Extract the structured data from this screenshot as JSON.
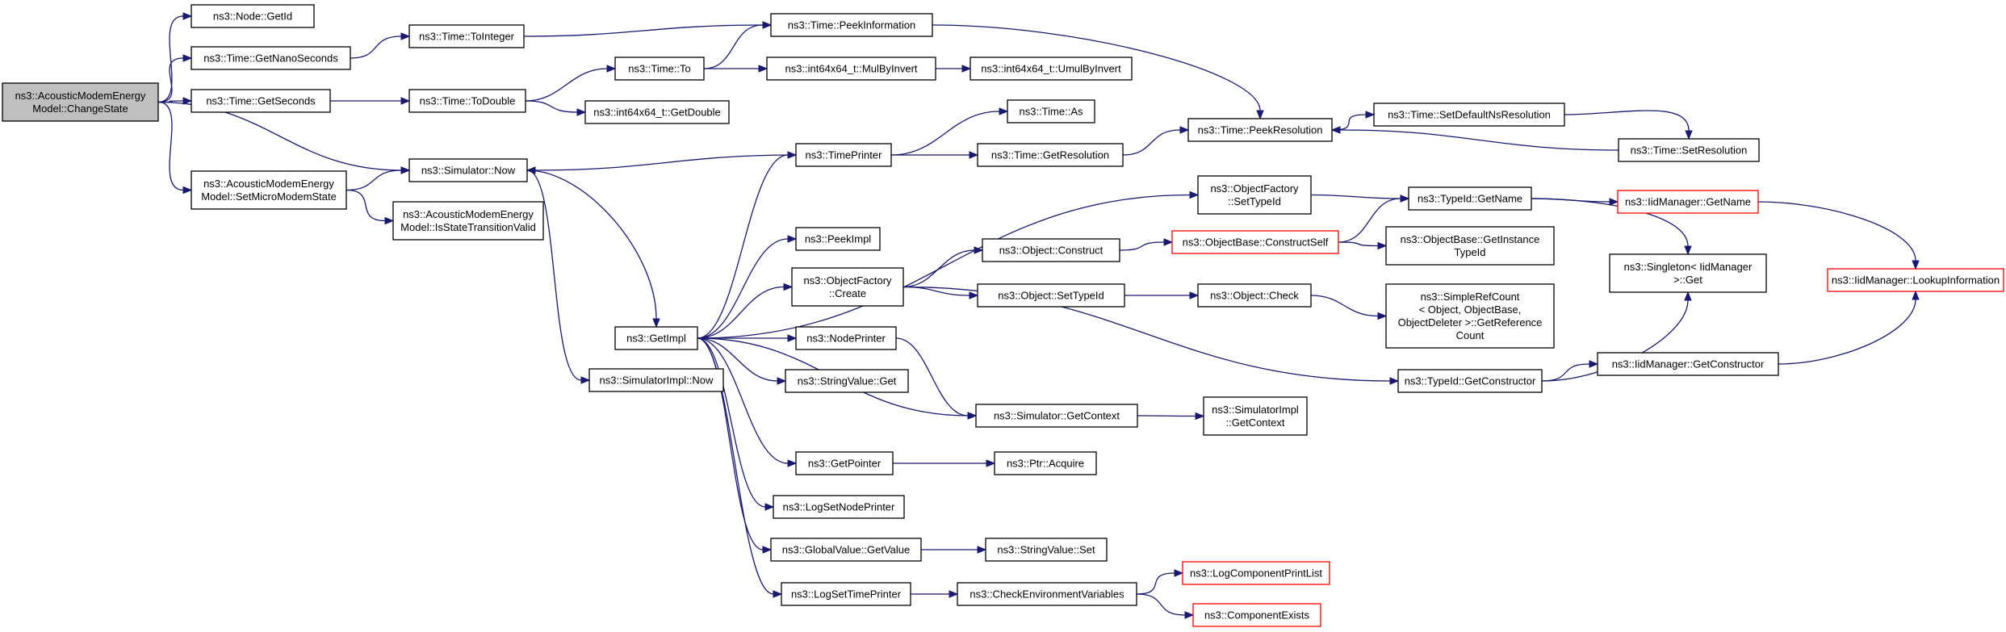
{
  "colors": {
    "edge": "#191970",
    "node_border": "#000000",
    "root_fill": "#bfbfbf",
    "truncated_border": "#ff0000",
    "background": "#ffffff"
  },
  "nodes": [
    {
      "id": "changestate",
      "lines": [
        "ns3::AcousticModemEnergy",
        "Model::ChangeState"
      ],
      "root": true
    },
    {
      "id": "getid",
      "lines": [
        "ns3::Node::GetId"
      ]
    },
    {
      "id": "getnano",
      "lines": [
        "ns3::Time::GetNanoSeconds"
      ]
    },
    {
      "id": "getseconds",
      "lines": [
        "ns3::Time::GetSeconds"
      ]
    },
    {
      "id": "setmicro",
      "lines": [
        "ns3::AcousticModemEnergy",
        "Model::SetMicroModemState"
      ]
    },
    {
      "id": "tointeger",
      "lines": [
        "ns3::Time::ToInteger"
      ]
    },
    {
      "id": "todouble",
      "lines": [
        "ns3::Time::ToDouble"
      ]
    },
    {
      "id": "simnow",
      "lines": [
        "ns3::Simulator::Now"
      ]
    },
    {
      "id": "isvalid",
      "lines": [
        "ns3::AcousticModemEnergy",
        "Model::IsStateTransitionValid"
      ]
    },
    {
      "id": "peekinfo",
      "lines": [
        "ns3::Time::PeekInformation"
      ]
    },
    {
      "id": "timeto",
      "lines": [
        "ns3::Time::To"
      ]
    },
    {
      "id": "getdouble",
      "lines": [
        "ns3::int64x64_t::GetDouble"
      ]
    },
    {
      "id": "mulbyinvert",
      "lines": [
        "ns3::int64x64_t::MulByInvert"
      ]
    },
    {
      "id": "umulbyinvert",
      "lines": [
        "ns3::int64x64_t::UmulByInvert"
      ]
    },
    {
      "id": "getimpl",
      "lines": [
        "ns3::GetImpl"
      ]
    },
    {
      "id": "simimplnow",
      "lines": [
        "ns3::SimulatorImpl::Now"
      ]
    },
    {
      "id": "timeprinter",
      "lines": [
        "ns3::TimePrinter"
      ]
    },
    {
      "id": "peekimpl",
      "lines": [
        "ns3::PeekImpl"
      ]
    },
    {
      "id": "ofcreate",
      "lines": [
        "ns3::ObjectFactory",
        "::Create"
      ]
    },
    {
      "id": "nodeprinter",
      "lines": [
        "ns3::NodePrinter"
      ]
    },
    {
      "id": "svget",
      "lines": [
        "ns3::StringValue::Get"
      ]
    },
    {
      "id": "getpointer",
      "lines": [
        "ns3::GetPointer"
      ]
    },
    {
      "id": "logsetnode",
      "lines": [
        "ns3::LogSetNodePrinter"
      ]
    },
    {
      "id": "gvget",
      "lines": [
        "ns3::GlobalValue::GetValue"
      ]
    },
    {
      "id": "logsettime",
      "lines": [
        "ns3::LogSetTimePrinter"
      ]
    },
    {
      "id": "timeas",
      "lines": [
        "ns3::Time::As"
      ]
    },
    {
      "id": "getres",
      "lines": [
        "ns3::Time::GetResolution"
      ]
    },
    {
      "id": "ofsettype",
      "lines": [
        "ns3::ObjectFactory",
        "::SetTypeId"
      ]
    },
    {
      "id": "objconstruct",
      "lines": [
        "ns3::Object::Construct"
      ]
    },
    {
      "id": "objsettype",
      "lines": [
        "ns3::Object::SetTypeId"
      ]
    },
    {
      "id": "simgetctx",
      "lines": [
        "ns3::Simulator::GetContext"
      ]
    },
    {
      "id": "ptracquire",
      "lines": [
        "ns3::Ptr::Acquire"
      ]
    },
    {
      "id": "svset",
      "lines": [
        "ns3::StringValue::Set"
      ]
    },
    {
      "id": "checkenv",
      "lines": [
        "ns3::CheckEnvironmentVariables"
      ]
    },
    {
      "id": "peekres",
      "lines": [
        "ns3::Time::PeekResolution"
      ]
    },
    {
      "id": "constructself",
      "lines": [
        "ns3::ObjectBase::ConstructSelf"
      ],
      "truncated": true
    },
    {
      "id": "objcheck",
      "lines": [
        "ns3::Object::Check"
      ]
    },
    {
      "id": "simimplgetctx",
      "lines": [
        "ns3::SimulatorImpl",
        "::GetContext"
      ]
    },
    {
      "id": "logcompprint",
      "lines": [
        "ns3::LogComponentPrintList"
      ],
      "truncated": true
    },
    {
      "id": "compexists",
      "lines": [
        "ns3::ComponentExists"
      ],
      "truncated": true
    },
    {
      "id": "setdefres",
      "lines": [
        "ns3::Time::SetDefaultNsResolution"
      ]
    },
    {
      "id": "typegetname",
      "lines": [
        "ns3::TypeId::GetName"
      ]
    },
    {
      "id": "getinstancetype",
      "lines": [
        "ns3::ObjectBase::GetInstance",
        "TypeId"
      ]
    },
    {
      "id": "simplerefcount",
      "lines": [
        "ns3::SimpleRefCount",
        "< Object, ObjectBase,",
        "ObjectDeleter >::GetReference",
        "Count"
      ]
    },
    {
      "id": "typegetctor",
      "lines": [
        "ns3::TypeId::GetConstructor"
      ]
    },
    {
      "id": "setres",
      "lines": [
        "ns3::Time::SetResolution"
      ]
    },
    {
      "id": "iidgetname",
      "lines": [
        "ns3::IidManager::GetName"
      ],
      "truncated": true
    },
    {
      "id": "singletonget",
      "lines": [
        "ns3::Singleton< IidManager",
        " >::Get"
      ]
    },
    {
      "id": "iidgetctor",
      "lines": [
        "ns3::IidManager::GetConstructor"
      ]
    },
    {
      "id": "lookupinfo",
      "lines": [
        "ns3::IidManager::LookupInformation"
      ],
      "truncated": true
    }
  ],
  "edges": [
    [
      "changestate",
      "getid"
    ],
    [
      "changestate",
      "getnano"
    ],
    [
      "changestate",
      "getseconds"
    ],
    [
      "changestate",
      "simnow"
    ],
    [
      "changestate",
      "setmicro"
    ],
    [
      "getnano",
      "tointeger"
    ],
    [
      "getseconds",
      "todouble"
    ],
    [
      "tointeger",
      "peekinfo"
    ],
    [
      "todouble",
      "timeto"
    ],
    [
      "todouble",
      "getdouble"
    ],
    [
      "timeto",
      "peekinfo"
    ],
    [
      "timeto",
      "mulbyinvert"
    ],
    [
      "mulbyinvert",
      "umulbyinvert"
    ],
    [
      "peekinfo",
      "peekres"
    ],
    [
      "setmicro",
      "simnow"
    ],
    [
      "setmicro",
      "isvalid"
    ],
    [
      "simnow",
      "getimpl"
    ],
    [
      "simnow",
      "simimplnow"
    ],
    [
      "timeprinter",
      "simnow"
    ],
    [
      "timeprinter",
      "timeas"
    ],
    [
      "timeprinter",
      "getres"
    ],
    [
      "getres",
      "peekres"
    ],
    [
      "peekres",
      "setdefres"
    ],
    [
      "setdefres",
      "setres"
    ],
    [
      "setres",
      "peekres"
    ],
    [
      "getimpl",
      "timeprinter"
    ],
    [
      "getimpl",
      "ofsettype"
    ],
    [
      "getimpl",
      "peekimpl"
    ],
    [
      "getimpl",
      "ofcreate"
    ],
    [
      "getimpl",
      "nodeprinter"
    ],
    [
      "getimpl",
      "svget"
    ],
    [
      "getimpl",
      "simgetctx"
    ],
    [
      "getimpl",
      "getpointer"
    ],
    [
      "getimpl",
      "logsetnode"
    ],
    [
      "getimpl",
      "gvget"
    ],
    [
      "getimpl",
      "logsettime"
    ],
    [
      "ofsettype",
      "typegetname"
    ],
    [
      "ofcreate",
      "objconstruct"
    ],
    [
      "ofcreate",
      "objsettype"
    ],
    [
      "ofcreate",
      "typegetctor"
    ],
    [
      "objconstruct",
      "constructself"
    ],
    [
      "constructself",
      "typegetname"
    ],
    [
      "constructself",
      "getinstancetype"
    ],
    [
      "objsettype",
      "objcheck"
    ],
    [
      "objcheck",
      "simplerefcount"
    ],
    [
      "nodeprinter",
      "simgetctx"
    ],
    [
      "simgetctx",
      "simimplgetctx"
    ],
    [
      "getpointer",
      "ptracquire"
    ],
    [
      "gvget",
      "svset"
    ],
    [
      "logsettime",
      "checkenv"
    ],
    [
      "checkenv",
      "logcompprint"
    ],
    [
      "checkenv",
      "compexists"
    ],
    [
      "typegetname",
      "iidgetname"
    ],
    [
      "typegetname",
      "singletonget"
    ],
    [
      "typegetctor",
      "singletonget"
    ],
    [
      "typegetctor",
      "iidgetctor"
    ],
    [
      "iidgetname",
      "lookupinfo"
    ],
    [
      "iidgetctor",
      "lookupinfo"
    ]
  ]
}
